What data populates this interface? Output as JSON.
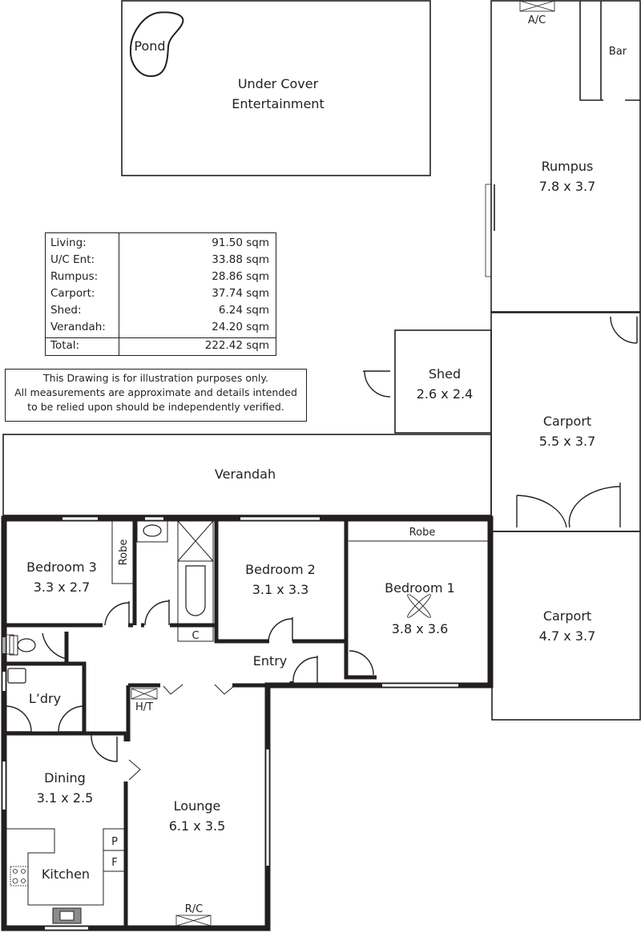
{
  "outdoor": {
    "under_cover": {
      "line1": "Under Cover",
      "line2": "Entertainment"
    },
    "pond": "Pond",
    "ac": "A/C",
    "bar": "Bar"
  },
  "rooms": {
    "rumpus": {
      "name": "Rumpus",
      "size": "7.8 x 3.7"
    },
    "shed": {
      "name": "Shed",
      "size": "2.6 x 2.4"
    },
    "carport_1": {
      "name": "Carport",
      "size": "5.5 x 3.7"
    },
    "carport_2": {
      "name": "Carport",
      "size": "4.7 x 3.7"
    },
    "verandah": {
      "name": "Verandah"
    },
    "bedroom_3": {
      "name": "Bedroom 3",
      "size": "3.3 x 2.7",
      "robe": "Robe"
    },
    "bedroom_2": {
      "name": "Bedroom 2",
      "size": "3.1 x 3.3"
    },
    "bedroom_1": {
      "name": "Bedroom 1",
      "size": "3.8 x 3.6",
      "robe": "Robe"
    },
    "entry": {
      "name": "Entry"
    },
    "laundry": {
      "name": "L’dry"
    },
    "dining": {
      "name": "Dining",
      "size": "3.1 x 2.5"
    },
    "kitchen": {
      "name": "Kitchen",
      "pantry": "P",
      "fridge": "F"
    },
    "lounge": {
      "name": "Lounge",
      "size": "6.1 x 3.5"
    },
    "bath_cupboard": "C",
    "hot_water": "H/T",
    "reverse_cycle": "R/C"
  },
  "area_table": {
    "rows": [
      {
        "label": "Living:",
        "value": "91.50 sqm"
      },
      {
        "label": "U/C Ent:",
        "value": "33.88 sqm"
      },
      {
        "label": "Rumpus:",
        "value": "28.86 sqm"
      },
      {
        "label": "Carport:",
        "value": "37.74 sqm"
      },
      {
        "label": "Shed:",
        "value": "6.24 sqm"
      },
      {
        "label": "Verandah:",
        "value": "24.20 sqm"
      }
    ],
    "total": {
      "label": "Total:",
      "value": "222.42 sqm"
    }
  },
  "disclaimer": {
    "line1": "This Drawing is for illustration purposes only.",
    "line2": "All measurements are approximate and details intended",
    "line3": "to be relied upon should be independently verified."
  },
  "colors": {
    "ink": "#231f20",
    "background": "#ffffff"
  }
}
